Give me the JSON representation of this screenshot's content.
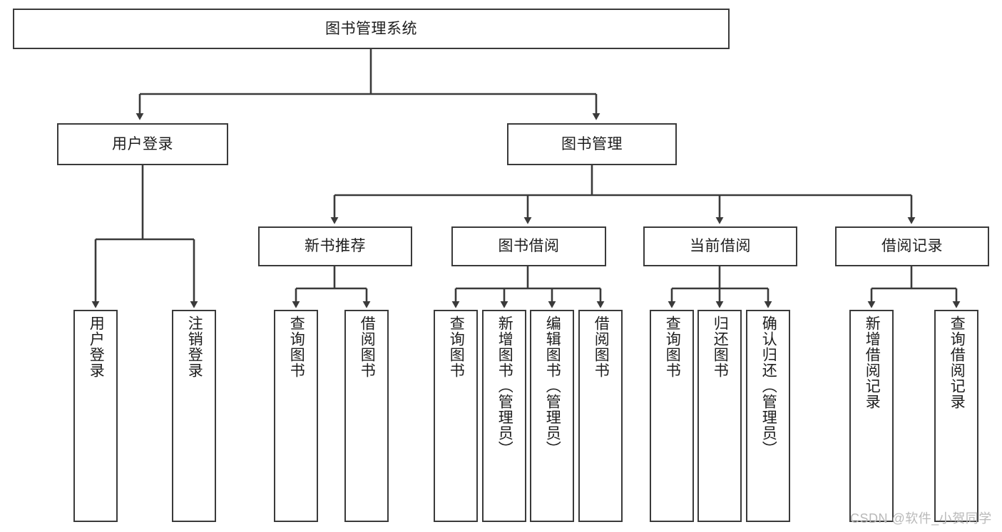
{
  "diagram": {
    "title": "图书管理系统",
    "type": "tree",
    "colors": {
      "background": "#ffffff",
      "node_fill": "#ffffff",
      "node_border": "#3a3a3a",
      "connector": "#3a3a3a",
      "text": "#1d1d1d",
      "watermark": "#b9b9b9"
    },
    "root": {
      "label": "图书管理系统"
    },
    "level2": [
      {
        "label": "用户登录"
      },
      {
        "label": "图书管理"
      }
    ],
    "level3": [
      {
        "label": "新书推荐"
      },
      {
        "label": "图书借阅"
      },
      {
        "label": "当前借阅"
      },
      {
        "label": "借阅记录"
      }
    ],
    "leaves": {
      "user_login": [
        {
          "label": "用户登录"
        },
        {
          "label": "注销登录"
        }
      ],
      "new_book_recommend": [
        {
          "label": "查询图书"
        },
        {
          "label": "借阅图书"
        }
      ],
      "book_borrow": [
        {
          "label": "查询图书"
        },
        {
          "label": "新增图书（管理员）"
        },
        {
          "label": "编辑图书（管理员）"
        },
        {
          "label": "借阅图书"
        }
      ],
      "current_borrow": [
        {
          "label": "查询图书"
        },
        {
          "label": "归还图书"
        },
        {
          "label": "确认归还（管理员）"
        }
      ],
      "borrow_record": [
        {
          "label": "新增借阅记录"
        },
        {
          "label": "查询借阅记录"
        }
      ]
    },
    "watermark": "CSDN @软件_小贺同学"
  }
}
